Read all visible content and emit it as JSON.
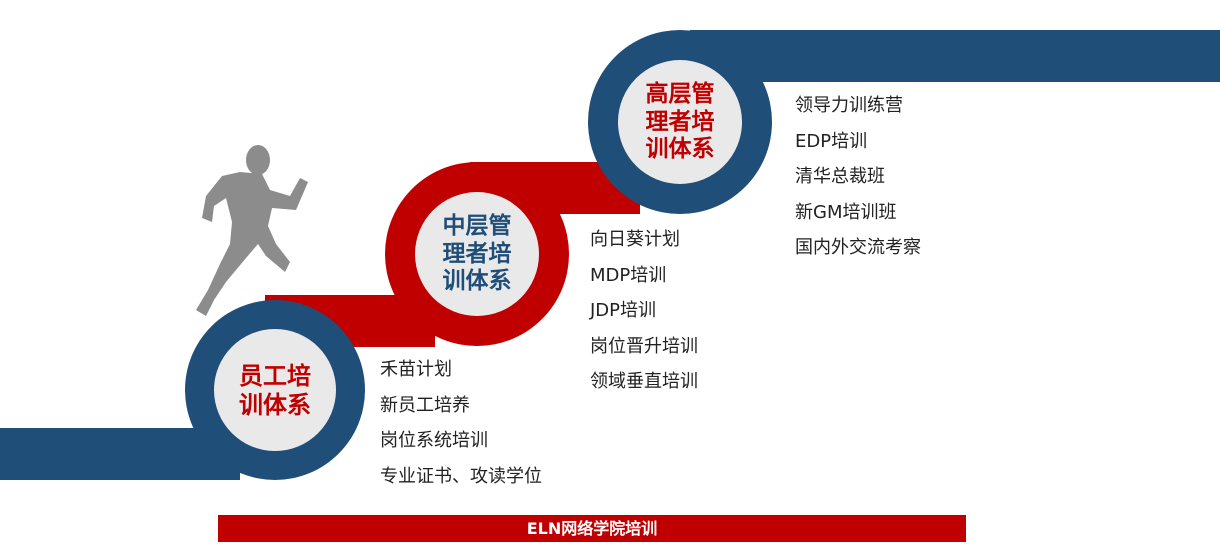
{
  "colors": {
    "blue": "#1f4e79",
    "red": "#c00000",
    "inner": "#e9e9e9",
    "runner": "#8c8c8c"
  },
  "levels": [
    {
      "title": "员工培\n训体系",
      "items": [
        "禾苗计划",
        "新员工培养",
        "岗位系统培训",
        "专业证书、攻读学位"
      ]
    },
    {
      "title": "中层管\n理者培\n训体系",
      "items": [
        "向日葵计划",
        "MDP培训",
        "JDP培训",
        "岗位晋升培训",
        "领域垂直培训"
      ]
    },
    {
      "title": "高层管\n理者培\n训体系",
      "items": [
        "领导力训练营",
        "EDP培训",
        "清华总裁班",
        "新GM培训班",
        "国内外交流考察"
      ]
    }
  ],
  "footer": {
    "label": "ELN网络学院培训"
  },
  "icons": {
    "runner": "runner-icon"
  }
}
